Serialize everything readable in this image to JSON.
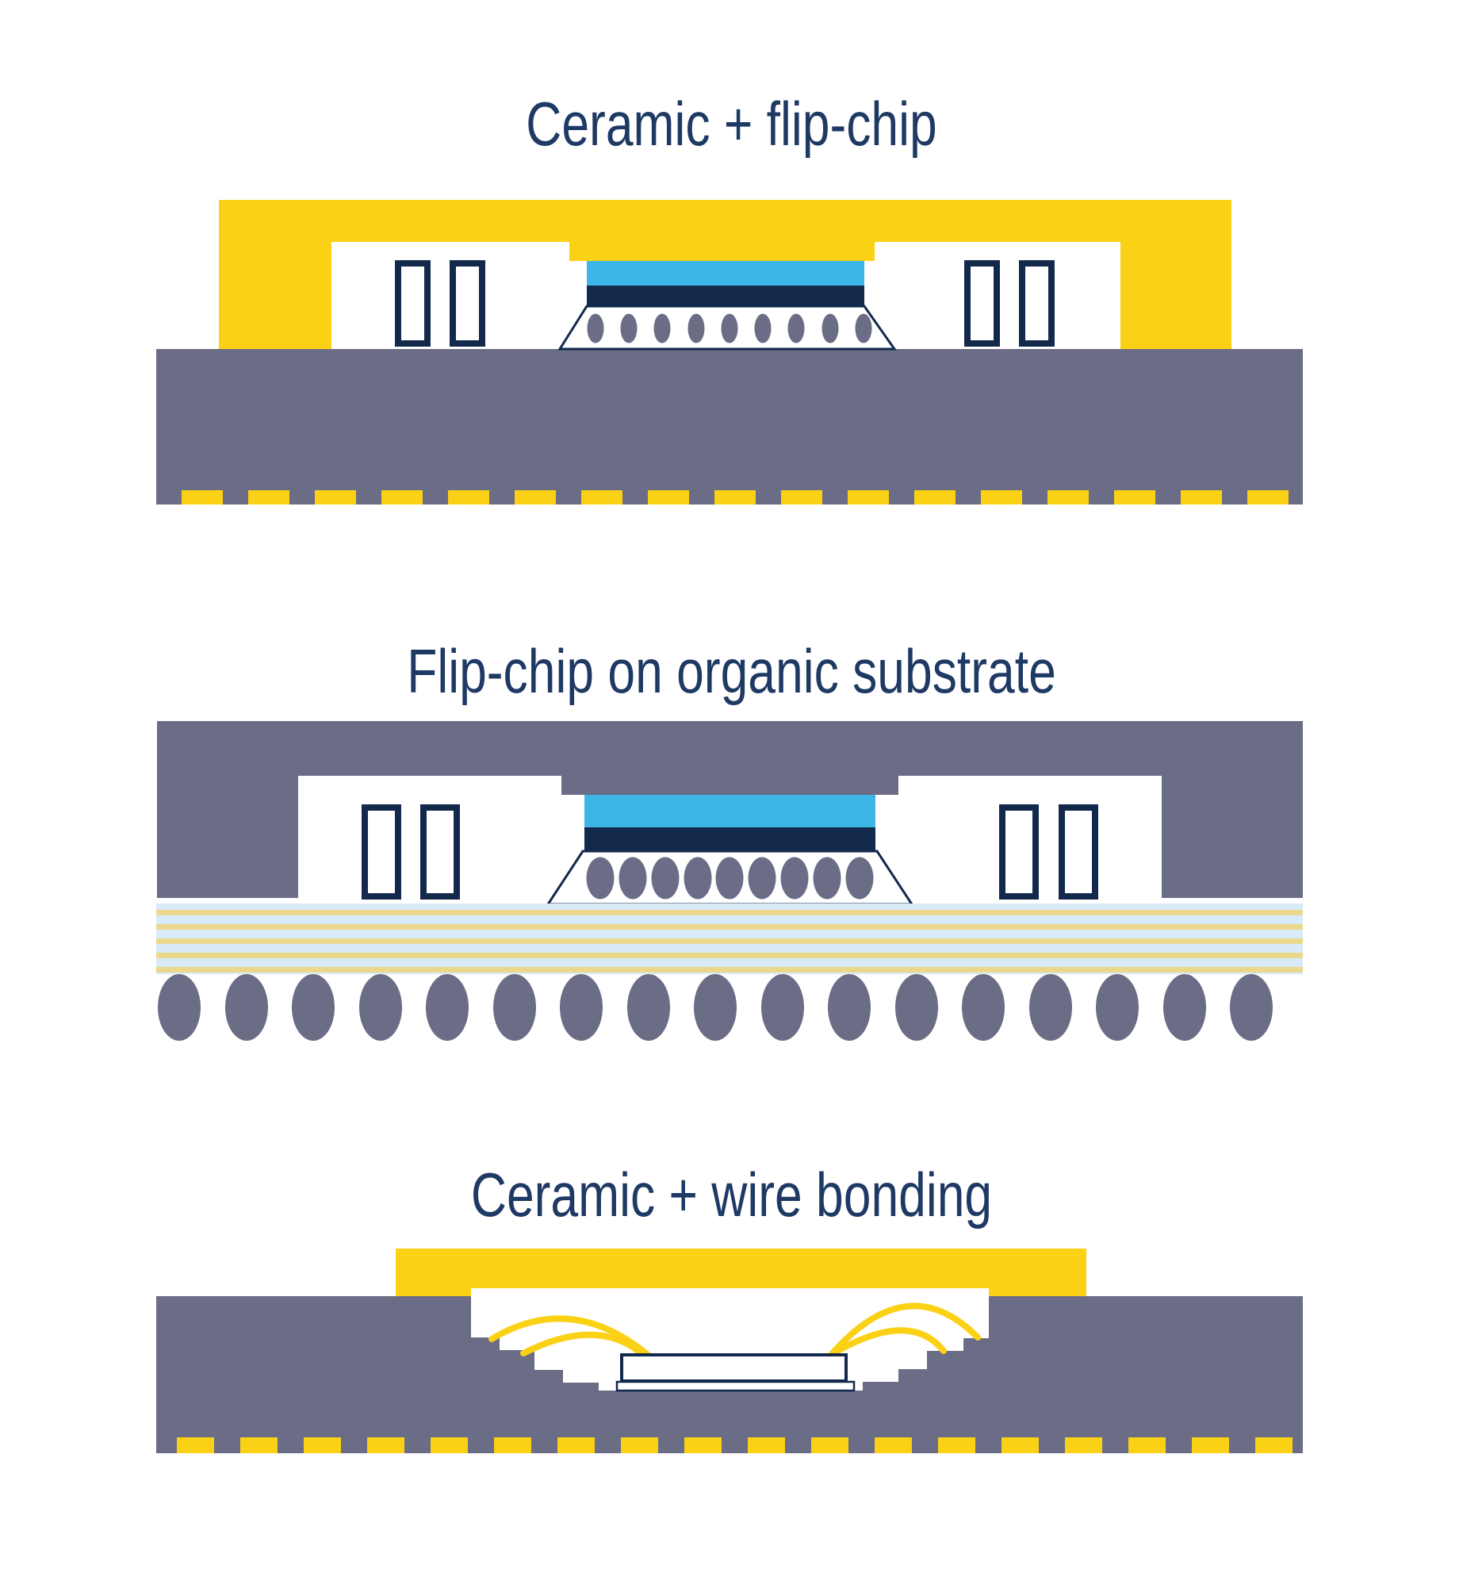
{
  "colors": {
    "background": "#ffffff",
    "yellow": "#fbd116",
    "gray": "#6b6c85",
    "lightblue": "#3db5e6",
    "navy": "#13294b",
    "titlenavy": "#1e3a64",
    "paleblue": "#d9eaf8",
    "paleyellow": "#ead98c"
  },
  "diagrams": [
    {
      "title": "Ceramic + flip-chip",
      "solder_bumps": 9,
      "capacitors": 4,
      "bottom_pads": 17
    },
    {
      "title": "Flip-chip on organic substrate",
      "solder_bumps": 9,
      "capacitors": 4,
      "bga_balls": 17,
      "substrate_layers": 5
    },
    {
      "title": "Ceramic + wire bonding",
      "bond_wires": 4,
      "bottom_pads": 18
    }
  ]
}
